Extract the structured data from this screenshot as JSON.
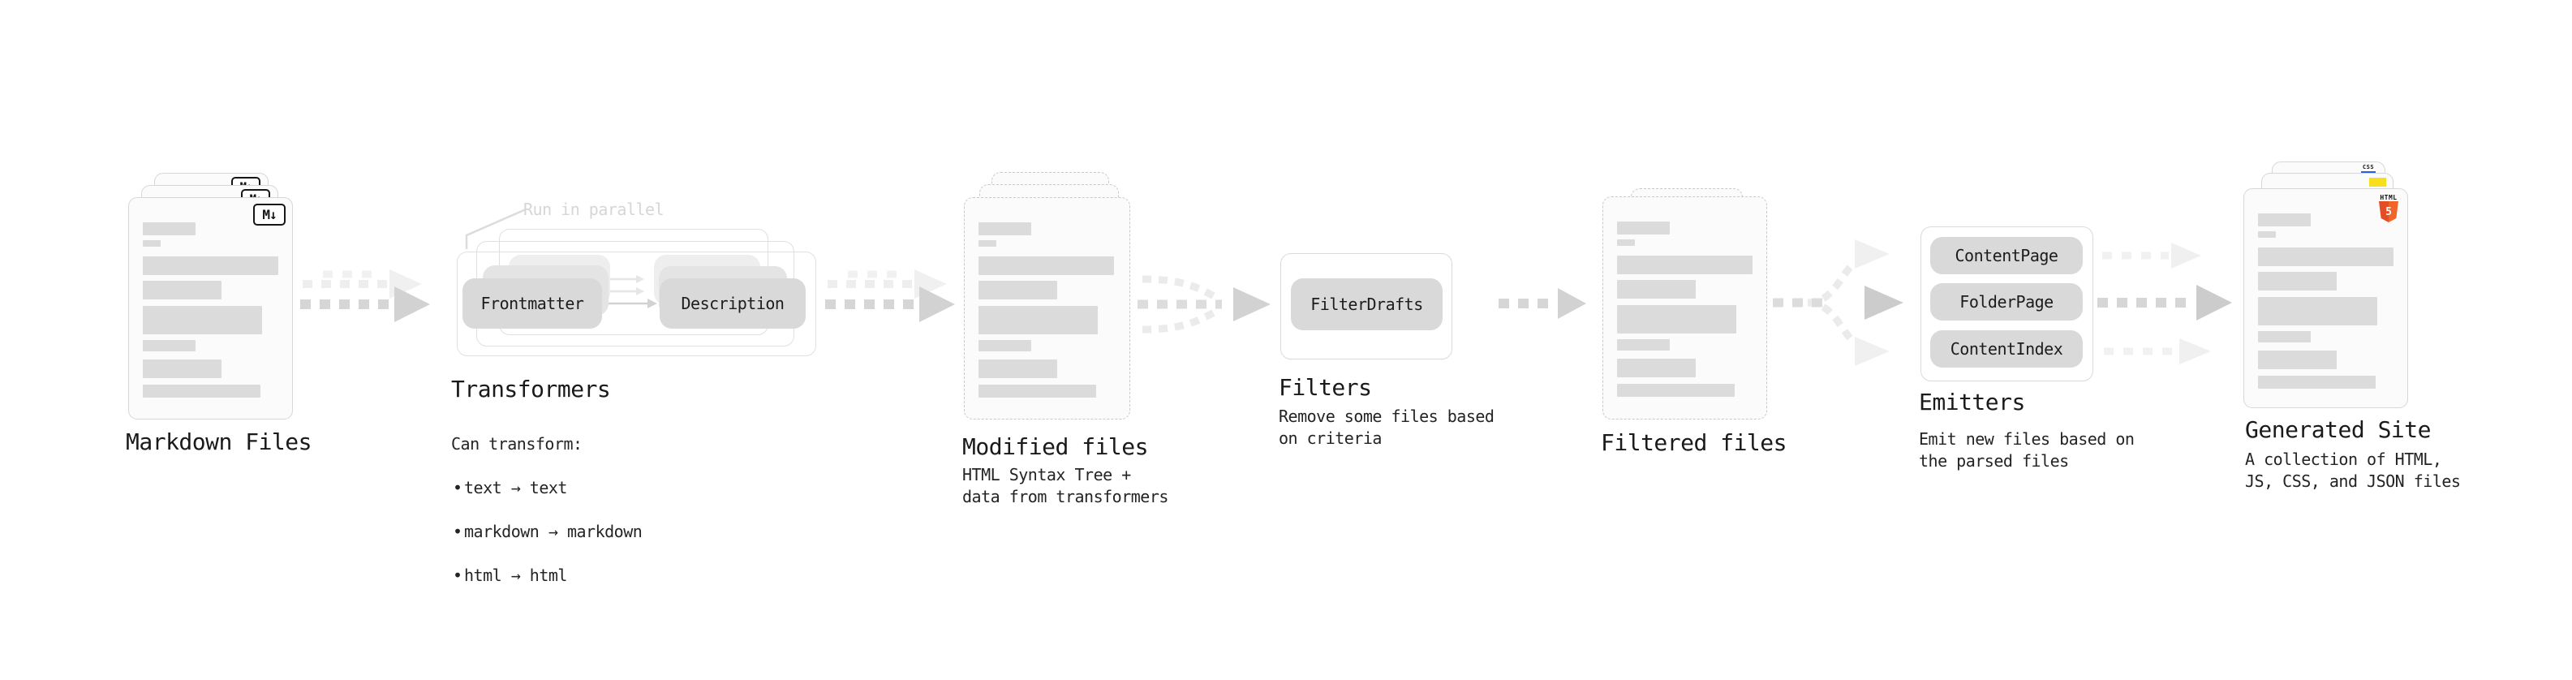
{
  "colors": {
    "html5_orange": "#e44d26",
    "js_yellow": "#f7df1e",
    "css_blue": "#2760e6",
    "arrow_dark": "#d6d6d6",
    "arrow_light": "#eeeeee",
    "pill_gray": "#d9d9d9"
  },
  "stages": {
    "markdown_files": {
      "label": "Markdown Files",
      "file_icon": "M↓"
    },
    "transformers": {
      "annotation": "Run in parallel",
      "pill_left": "Frontmatter",
      "pill_right": "Description",
      "label": "Transformers",
      "description_title": "Can transform:",
      "bullets": [
        "text → text",
        "markdown → markdown",
        "html → html"
      ]
    },
    "modified_files": {
      "label": "Modified files",
      "description": "HTML Syntax Tree +\ndata from transformers"
    },
    "filters": {
      "label": "Filters",
      "pill": "FilterDrafts",
      "description": "Remove some files based\non criteria"
    },
    "filtered_files": {
      "label": "Filtered files"
    },
    "emitters": {
      "label": "Emitters",
      "pills": [
        "ContentPage",
        "FolderPage",
        "ContentIndex"
      ],
      "description": "Emit new files based on\nthe parsed files"
    },
    "generated_site": {
      "label": "Generated Site",
      "description": "A collection of HTML,\nJS, CSS, and JSON files",
      "css_icon": "CSS",
      "html_icon_label": "HTML",
      "html_icon_number": "5"
    }
  }
}
